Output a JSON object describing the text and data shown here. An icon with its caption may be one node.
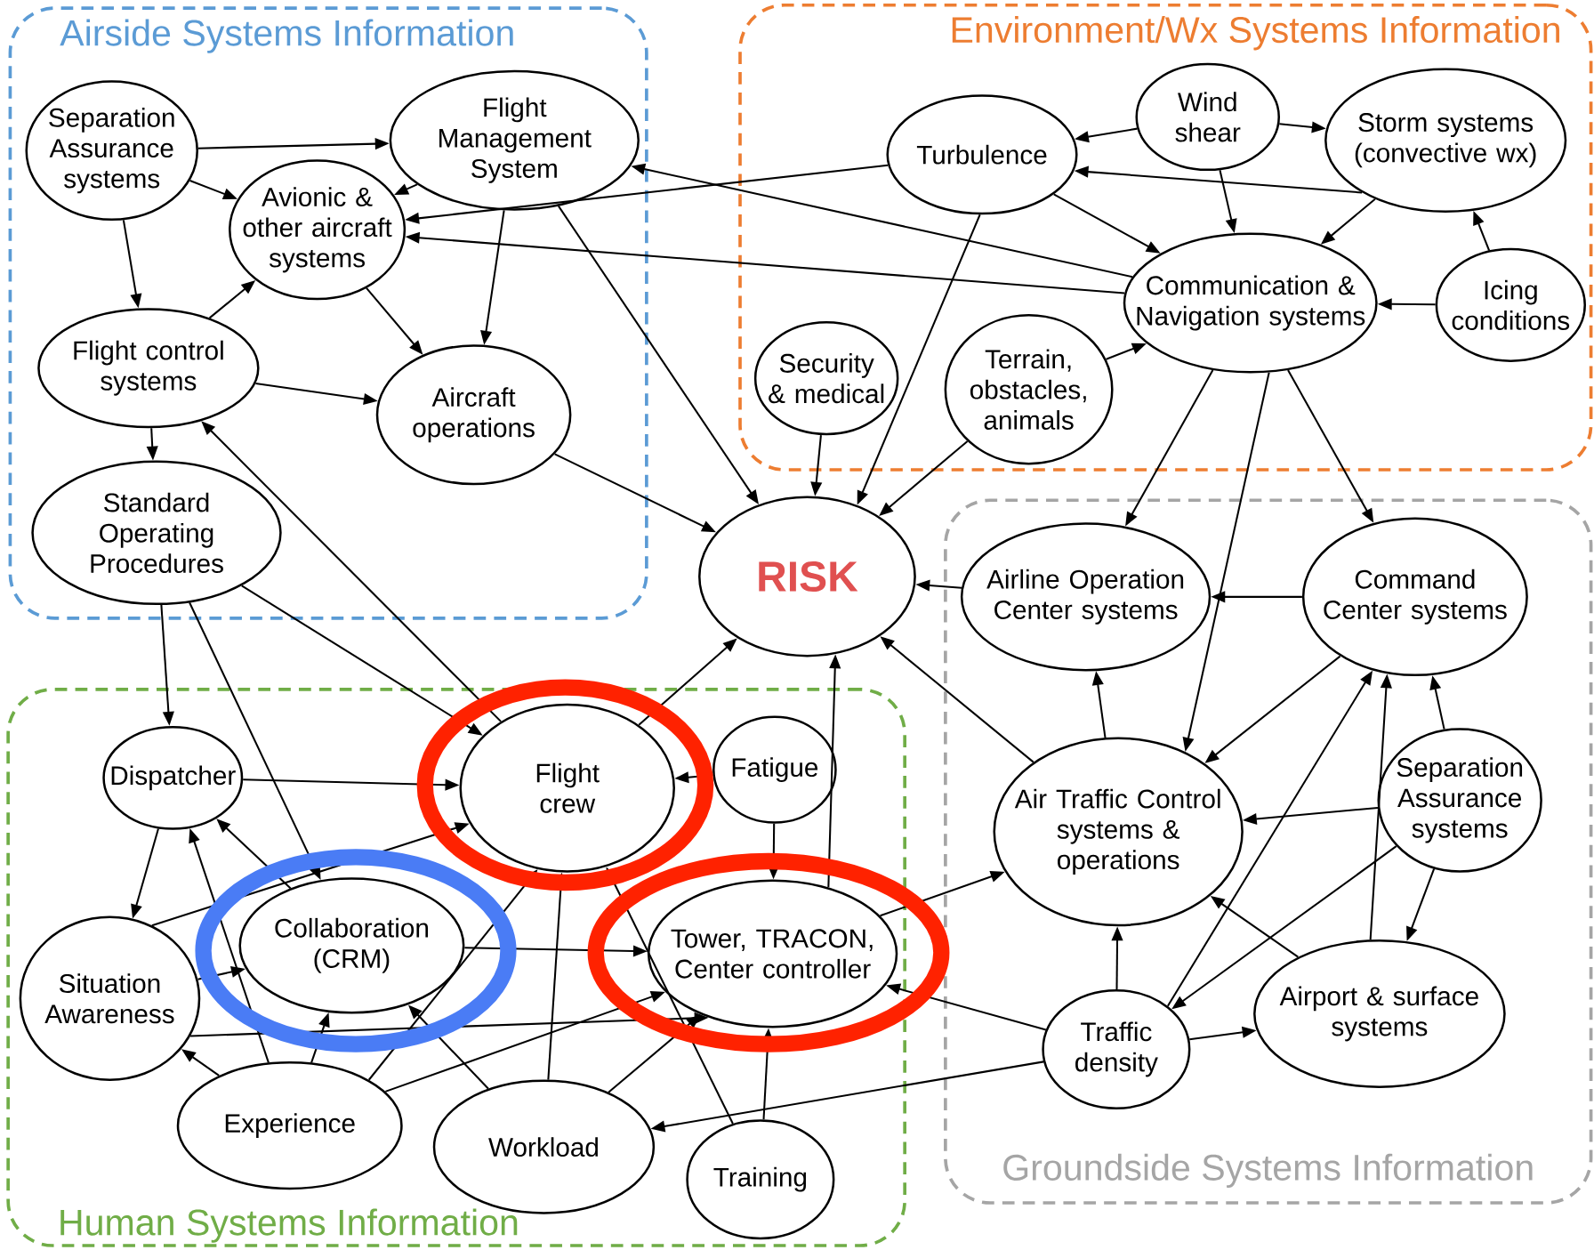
{
  "diagram": {
    "nodes": [
      {
        "text": [
          "Airside Systems Information"
        ]
      },
      {
        "text": [
          "Separation Assurance systems"
        ],
        "in": 0
      },
      {
        "text": [
          "Flight Management System"
        ],
        "in": 0
      },
      {
        "text": [
          "Avionic & other aircraft systems"
        ],
        "in": 0
      },
      {
        "text": [
          "Flight control systems"
        ],
        "in": 0
      },
      {
        "text": [
          "Aircraft operations"
        ],
        "in": 0
      },
      {
        "text": [
          "Standard Operating Procedures"
        ],
        "in": 0
      },
      {
        "text": [
          "Environment/Wx Systems Information"
        ]
      },
      {
        "text": [
          "Wind shear"
        ],
        "in": 7
      },
      {
        "text": [
          "Turbulence"
        ],
        "in": 7
      },
      {
        "text": [
          "Storm systems (convective wx)"
        ],
        "in": 7
      },
      {
        "text": [
          "Communication & Navigation systems"
        ],
        "in": 7
      },
      {
        "text": [
          "Icing conditions"
        ],
        "in": 7
      },
      {
        "text": [
          "Security & medical"
        ],
        "in": 7
      },
      {
        "text": [
          "Terrain, obstacles, animals"
        ],
        "in": 7
      },
      {
        "text": [
          "RISK"
        ]
      },
      {
        "text": [
          "Groundside Systems Information"
        ]
      },
      {
        "text": [
          "Airline Operation Center systems"
        ],
        "in": 16
      },
      {
        "text": [
          "Command Center systems"
        ],
        "in": 16
      },
      {
        "text": [
          "Air Traffic Control systems & operations"
        ],
        "in": 16
      },
      {
        "text": [
          "Separation Assurance systems"
        ],
        "in": 16
      },
      {
        "text": [
          "Traffic density"
        ],
        "in": 16
      },
      {
        "text": [
          "Airport & surface systems"
        ],
        "in": 16
      },
      {
        "text": [
          "Human Systems Information"
        ]
      },
      {
        "text": [
          "Dispatcher"
        ],
        "in": 23
      },
      {
        "text": [
          "Flight crew"
        ],
        "in": 23
      },
      {
        "text": [
          "Fatigue"
        ],
        "in": 23
      },
      {
        "text": [
          "Collaboration (CRM)"
        ],
        "in": 23
      },
      {
        "text": [
          "Situation Awareness"
        ],
        "in": 23
      },
      {
        "text": [
          "Tower, TRACON, Center controller"
        ],
        "in": 23
      },
      {
        "text": [
          "Experience"
        ],
        "in": 23
      },
      {
        "text": [
          "Workload"
        ],
        "in": 23
      },
      {
        "text": [
          "Training"
        ],
        "in": 23
      }
    ],
    "edges": [
      {
        "from": 1,
        "to": 2,
        "arrow": "to"
      },
      {
        "from": 1,
        "to": 3,
        "arrow": "to"
      },
      {
        "from": 1,
        "to": 4,
        "arrow": "to"
      },
      {
        "from": 2,
        "to": 3,
        "arrow": "to"
      },
      {
        "from": 2,
        "to": 5,
        "arrow": "to"
      },
      {
        "from": 2,
        "to": 15,
        "arrow": "to"
      },
      {
        "from": 4,
        "to": 3,
        "arrow": "to"
      },
      {
        "from": 3,
        "to": 5,
        "arrow": "to"
      },
      {
        "from": 4,
        "to": 5,
        "arrow": "to"
      },
      {
        "from": 4,
        "to": 6,
        "arrow": "to"
      },
      {
        "from": 5,
        "to": 15,
        "arrow": "to"
      },
      {
        "from": 9,
        "to": 3,
        "arrow": "to"
      },
      {
        "from": 11,
        "to": 2,
        "arrow": "to"
      },
      {
        "from": 11,
        "to": 3,
        "arrow": "to"
      },
      {
        "from": 8,
        "to": 9,
        "arrow": "to"
      },
      {
        "from": 8,
        "to": 10,
        "arrow": "to"
      },
      {
        "from": 8,
        "to": 11,
        "arrow": "to"
      },
      {
        "from": 10,
        "to": 9,
        "arrow": "to"
      },
      {
        "from": 9,
        "to": 11,
        "arrow": "to"
      },
      {
        "from": 10,
        "to": 11,
        "arrow": "to"
      },
      {
        "from": 12,
        "to": 10,
        "arrow": "to"
      },
      {
        "from": 12,
        "to": 11,
        "arrow": "to"
      },
      {
        "from": 14,
        "to": 11,
        "arrow": "to"
      },
      {
        "from": 13,
        "to": 15,
        "arrow": "to"
      },
      {
        "from": 9,
        "to": 15,
        "arrow": "to"
      },
      {
        "from": 14,
        "to": 15,
        "arrow": "to"
      },
      {
        "from": 11,
        "to": 17,
        "arrow": "to"
      },
      {
        "from": 11,
        "to": 19,
        "arrow": "to"
      },
      {
        "from": 11,
        "to": 18,
        "arrow": "to"
      },
      {
        "from": 17,
        "to": 15,
        "arrow": "to"
      },
      {
        "from": 18,
        "to": 17,
        "arrow": "to"
      },
      {
        "from": 18,
        "to": 19,
        "arrow": "to"
      },
      {
        "from": 19,
        "to": 17,
        "arrow": "to"
      },
      {
        "from": 19,
        "to": 15,
        "arrow": "to"
      },
      {
        "from": 20,
        "to": 18,
        "arrow": "to"
      },
      {
        "from": 20,
        "to": 19,
        "arrow": "to"
      },
      {
        "from": 20,
        "to": 21,
        "arrow": "to"
      },
      {
        "from": 20,
        "to": 22,
        "arrow": "to"
      },
      {
        "from": 21,
        "to": 19,
        "arrow": "to"
      },
      {
        "from": 21,
        "to": 18,
        "arrow": "to"
      },
      {
        "from": 22,
        "to": 18,
        "arrow": "to"
      },
      {
        "from": 22,
        "to": 19,
        "arrow": "to"
      },
      {
        "from": 21,
        "to": 22,
        "arrow": "to"
      },
      {
        "from": 21,
        "to": 29,
        "arrow": "to"
      },
      {
        "from": 21,
        "to": 31,
        "arrow": "to"
      },
      {
        "from": 29,
        "to": 19,
        "arrow": "to"
      },
      {
        "from": 6,
        "to": 24,
        "arrow": "to"
      },
      {
        "from": 6,
        "to": 27,
        "arrow": "to"
      },
      {
        "from": 6,
        "to": 25,
        "arrow": "to"
      },
      {
        "from": 25,
        "to": 4,
        "arrow": "to"
      },
      {
        "from": 24,
        "to": 25,
        "arrow": "to"
      },
      {
        "from": 24,
        "to": 28,
        "arrow": "to"
      },
      {
        "from": 27,
        "to": 24,
        "arrow": "to"
      },
      {
        "from": 30,
        "to": 24,
        "arrow": "to"
      },
      {
        "from": 28,
        "to": 25,
        "arrow": "to"
      },
      {
        "from": 28,
        "to": 27,
        "arrow": "to"
      },
      {
        "from": 28,
        "to": 29,
        "arrow": "to"
      },
      {
        "from": 30,
        "to": 28,
        "arrow": "to"
      },
      {
        "from": 30,
        "to": 27,
        "arrow": "to"
      },
      {
        "from": 30,
        "to": 25,
        "arrow": "to"
      },
      {
        "from": 30,
        "to": 29,
        "arrow": "to"
      },
      {
        "from": 31,
        "to": 27,
        "arrow": "to"
      },
      {
        "from": 31,
        "to": 25,
        "arrow": "to"
      },
      {
        "from": 31,
        "to": 29,
        "arrow": "to"
      },
      {
        "from": 32,
        "to": 25,
        "arrow": "to"
      },
      {
        "from": 32,
        "to": 29,
        "arrow": "to"
      },
      {
        "from": 26,
        "to": 25,
        "arrow": "to"
      },
      {
        "from": 26,
        "to": 29,
        "arrow": "to"
      },
      {
        "from": 25,
        "to": 15,
        "arrow": "to"
      },
      {
        "from": 29,
        "to": 15,
        "arrow": "to"
      },
      {
        "from": 27,
        "to": 29,
        "arrow": "to"
      }
    ]
  }
}
